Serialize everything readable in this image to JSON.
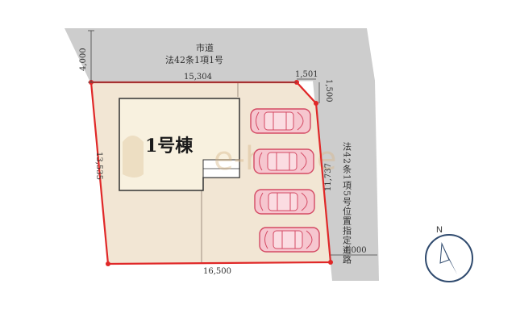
{
  "site_plan": {
    "road_north": {
      "line1": "市道",
      "line2": "法42条1項1号"
    },
    "road_east": {
      "label": "法42条1項5号位置指定道路"
    },
    "house_label": "1号棟",
    "dimensions": {
      "road_north_width": "4,000",
      "top_edge": "15,304",
      "corner_cut_h": "1,501",
      "corner_cut_v": "1,500",
      "left_edge": "13,535",
      "right_edge": "11,737",
      "bottom_edge": "16,500",
      "road_east_width": "4,000"
    },
    "parking_spaces": 4,
    "watermark": "e-home",
    "north_arrow": {
      "letter": "N"
    },
    "colors": {
      "lot_fill": "#f2e6d4",
      "house_fill": "#f8f1df",
      "boundary": "#e02828",
      "road_fill": "#cdcdcd",
      "car_fill": "#f6c6cf",
      "car_stroke": "#d44a64"
    }
  }
}
